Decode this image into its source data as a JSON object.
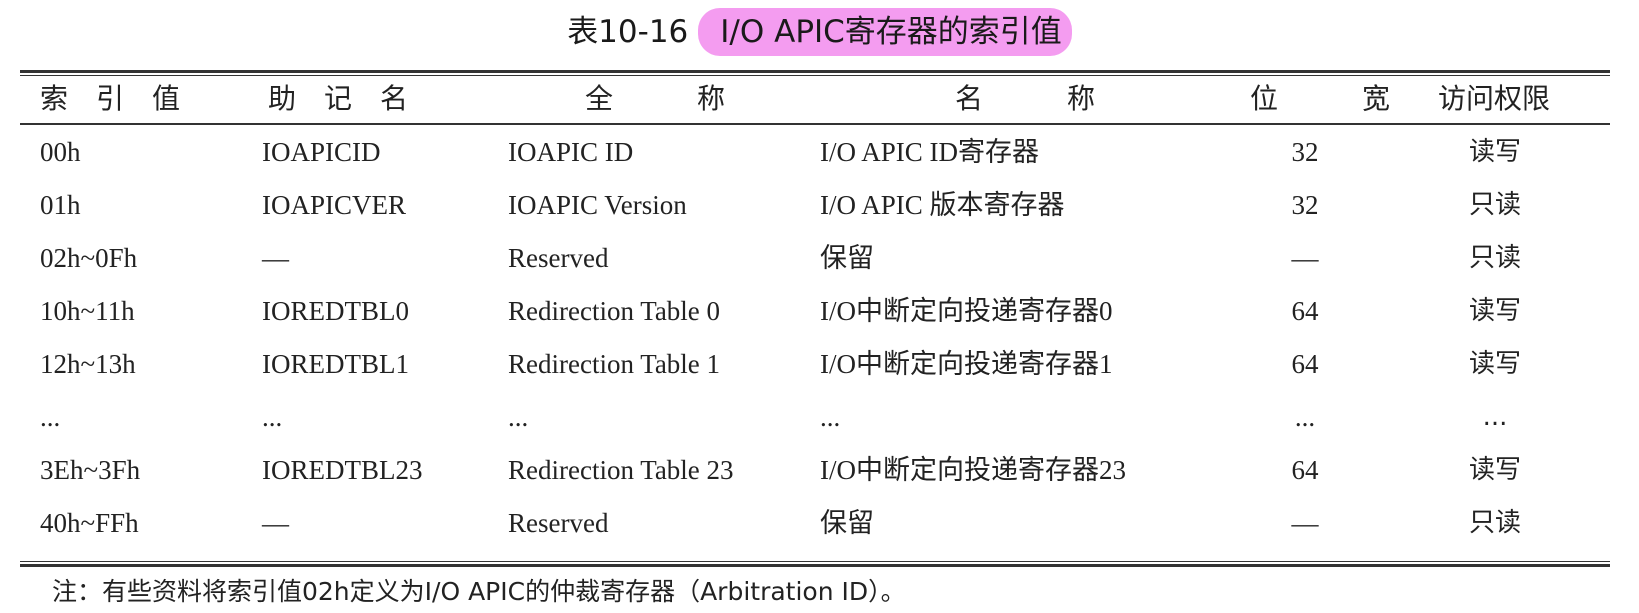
{
  "title": {
    "number": "表10-16",
    "text": "I/O APIC寄存器的索引值"
  },
  "table": {
    "headers": [
      "索　引　值",
      "助　记　名",
      "全　　　称",
      "名　　　称",
      "位　　　宽",
      "访问权限"
    ],
    "rows": [
      [
        "00h",
        "IOAPICID",
        "IOAPIC ID",
        "I/O APIC ID寄存器",
        "32",
        "读写"
      ],
      [
        "01h",
        "IOAPICVER",
        "IOAPIC Version",
        "I/O APIC 版本寄存器",
        "32",
        "只读"
      ],
      [
        "02h~0Fh",
        "—",
        "Reserved",
        "保留",
        "—",
        "只读"
      ],
      [
        "10h~11h",
        "IOREDTBL0",
        "Redirection Table 0",
        "I/O中断定向投递寄存器0",
        "64",
        "读写"
      ],
      [
        "12h~13h",
        "IOREDTBL1",
        "Redirection Table 1",
        "I/O中断定向投递寄存器1",
        "64",
        "读写"
      ],
      [
        "...",
        "...",
        "...",
        "...",
        "...",
        "..."
      ],
      [
        "3Eh~3Fh",
        "IOREDTBL23",
        "Redirection Table 23",
        "I/O中断定向投递寄存器23",
        "64",
        "读写"
      ],
      [
        "40h~FFh",
        "—",
        "Reserved",
        "保留",
        "—",
        "只读"
      ]
    ]
  },
  "note": "注：有些资料将索引值02h定义为I/O APIC的仲裁寄存器（Arbitration ID）。",
  "colors": {
    "highlight": "#f49cf0",
    "rule": "#333333"
  }
}
